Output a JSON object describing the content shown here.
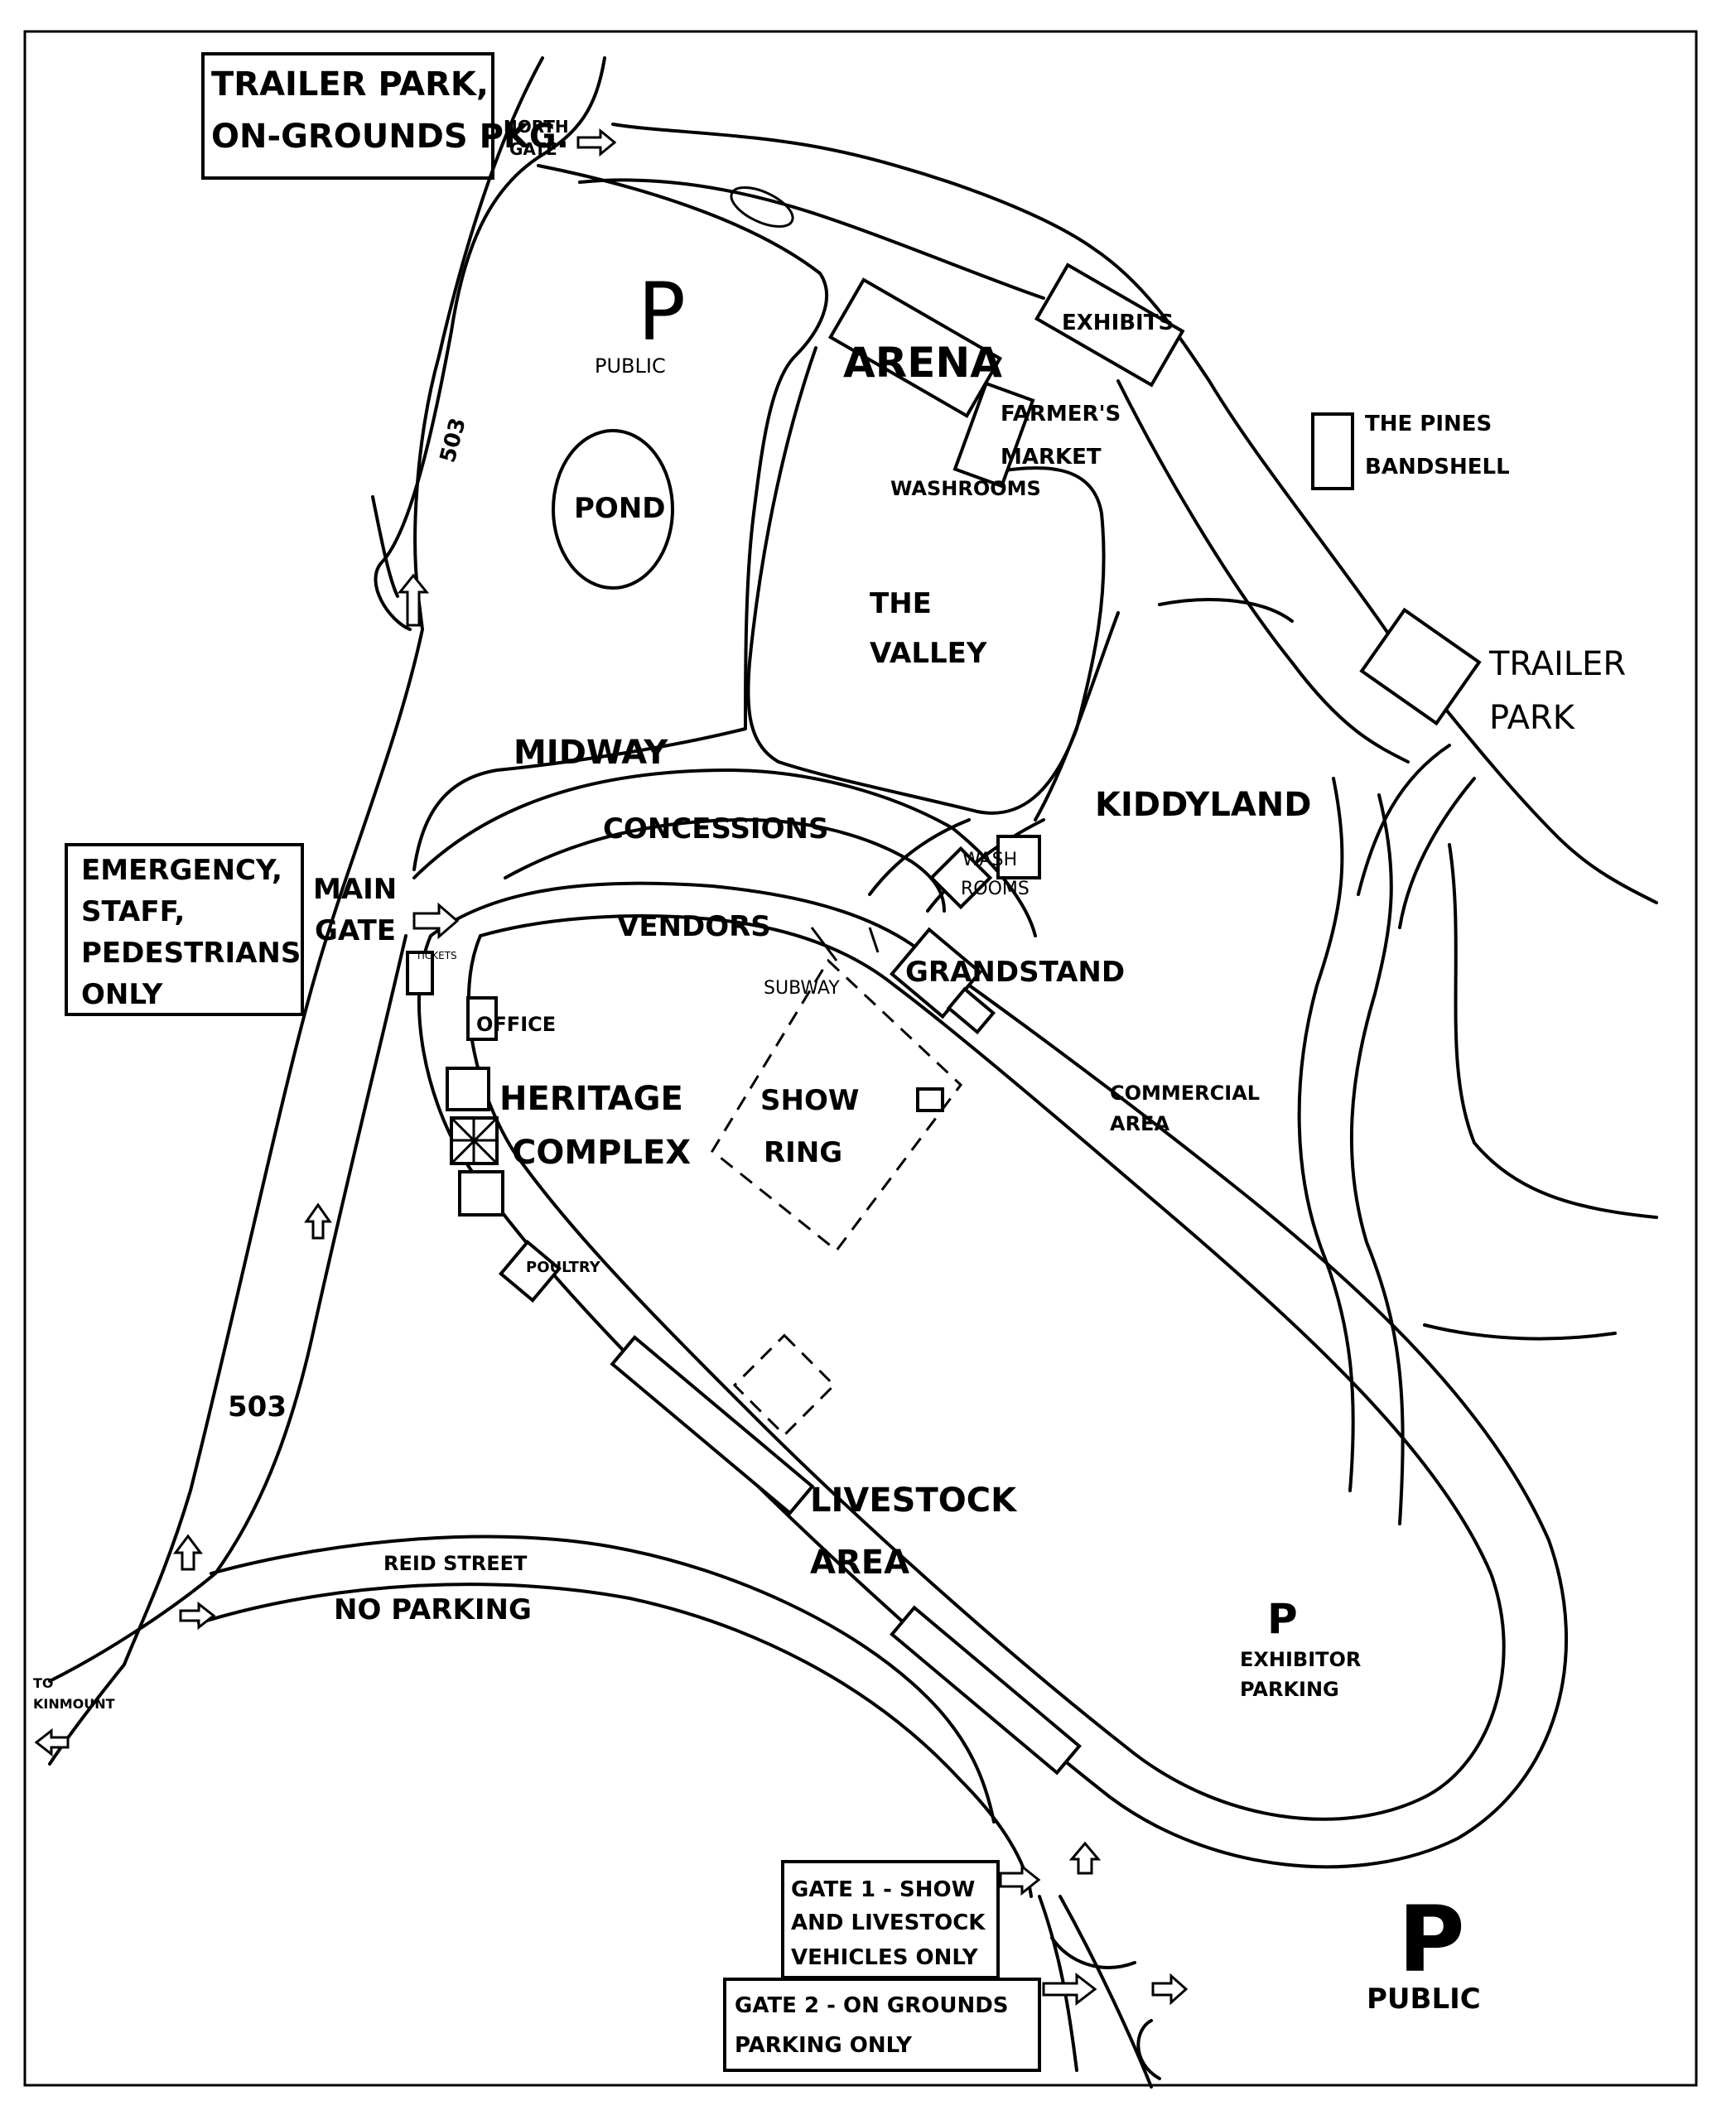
{
  "legend_boxes": {
    "trailer_park_pkg": [
      "TRAILER PARK,",
      "ON-GROUNDS PKG."
    ],
    "emergency": [
      "EMERGENCY,",
      "STAFF,",
      "PEDESTRIANS",
      "ONLY"
    ],
    "gate1": [
      "GATE 1 - SHOW",
      "AND LIVESTOCK",
      "VEHICLES ONLY"
    ],
    "gate2": [
      "GATE 2 - ON GROUNDS",
      "PARKING ONLY"
    ]
  },
  "labels": {
    "north_gate": [
      "NORTH",
      "GATE"
    ],
    "main_gate": [
      "MAIN",
      "GATE"
    ],
    "road_503_top": "503",
    "road_503_bottom": "503",
    "to_kinmount": [
      "TO",
      "KINMOUNT"
    ],
    "reid_street": "REID STREET",
    "no_parking": "NO PARKING",
    "p_public_top": "P",
    "public_top": "PUBLIC",
    "pond": "POND",
    "arena": "ARENA",
    "exhibits": "EXHIBITS",
    "farmers_market": [
      "FARMER'S",
      "MARKET"
    ],
    "washrooms": "WASHROOMS",
    "the_pines": [
      "THE PINES",
      "BANDSHELL"
    ],
    "the_valley": [
      "THE",
      "VALLEY"
    ],
    "trailer_park": [
      "TRAILER",
      "PARK"
    ],
    "midway": "MIDWAY",
    "concessions": "CONCESSIONS",
    "kiddyland": "KIDDYLAND",
    "wash_rooms": [
      "WASH",
      "ROOMS"
    ],
    "vendors": "VENDORS",
    "grandstand": "GRANDSTAND",
    "subway": "SUBWAY",
    "tickets": "TICKETS",
    "office": "OFFICE",
    "heritage": [
      "HERITAGE",
      "COMPLEX"
    ],
    "show_ring": [
      "SHOW",
      "RING"
    ],
    "commercial": [
      "COMMERCIAL",
      "AREA"
    ],
    "poultry": "POULTRY",
    "livestock": [
      "LIVESTOCK",
      "AREA"
    ],
    "p_exhibitor": "P",
    "exhibitor_parking": [
      "EXHIBITOR",
      "PARKING"
    ],
    "p_public_bottom": "P",
    "public_bottom": "PUBLIC"
  }
}
